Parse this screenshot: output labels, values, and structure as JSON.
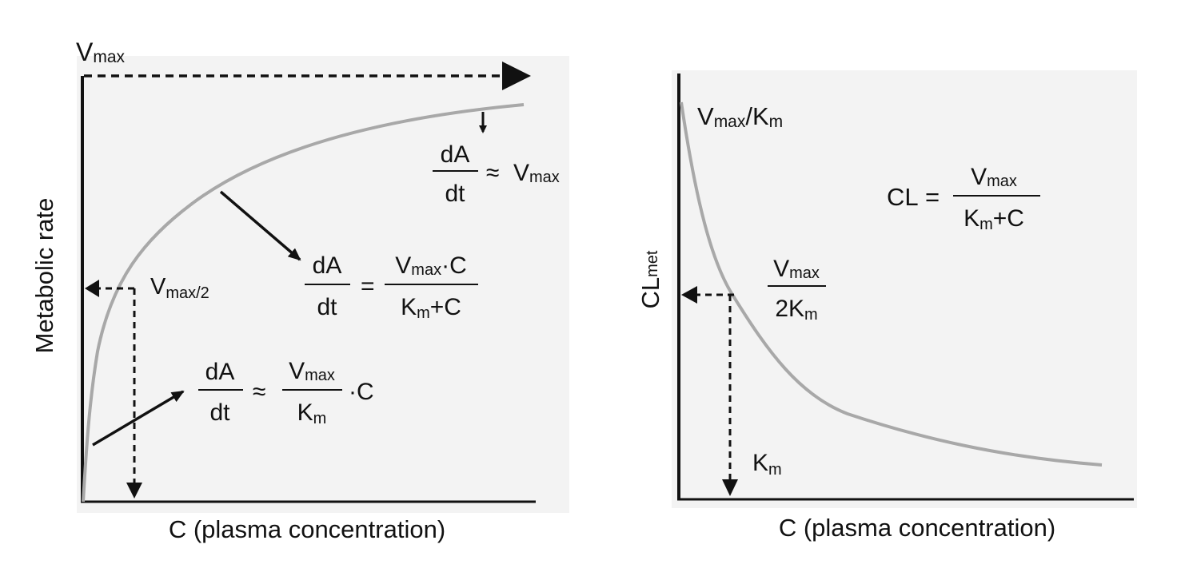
{
  "colors": {
    "background": "#ffffff",
    "panel": "#f3f3f3",
    "axis": "#111111",
    "curve": "#a8a8a8",
    "text": "#111111"
  },
  "left_panel": {
    "y_axis_label": "Metabolic rate",
    "x_axis_label": "C (plasma concentration)",
    "vmax_label": {
      "base": "V",
      "sub": "max"
    },
    "half_vmax_label": {
      "base": "V",
      "sub": "max/2"
    },
    "eq_saturation": {
      "num": "dA",
      "den": "dt",
      "op": "≈",
      "rhs": {
        "base": "V",
        "sub": "max"
      }
    },
    "eq_michaelis": {
      "num": "dA",
      "den": "dt",
      "op": "=",
      "rhs_num": {
        "base": "V",
        "sub": "max",
        "suffix": "·C"
      },
      "rhs_den": {
        "base": "K",
        "sub": "m",
        "suffix": "+C"
      }
    },
    "eq_linear": {
      "num": "dA",
      "den": "dt",
      "op": "≈",
      "rhs_num": {
        "base": "V",
        "sub": "max"
      },
      "rhs_den": {
        "base": "K",
        "sub": "m"
      },
      "suffix": "·C"
    }
  },
  "right_panel": {
    "y_axis_label": {
      "base": "CL",
      "sub": "met"
    },
    "x_axis_label": "C (plasma concentration)",
    "top_label": {
      "base1": "V",
      "sub1": "max",
      "mid": "/K",
      "sub2": "m"
    },
    "eq_clearance": {
      "lhs": "CL",
      "op": "=",
      "num": {
        "base": "V",
        "sub": "max"
      },
      "den": {
        "base": "K",
        "sub": "m",
        "suffix": "+C"
      }
    },
    "half_label": {
      "num": {
        "base": "V",
        "sub": "max"
      },
      "den": {
        "prefix": "2K",
        "sub": "m"
      }
    },
    "km_label": {
      "base": "K",
      "sub": "m"
    }
  }
}
